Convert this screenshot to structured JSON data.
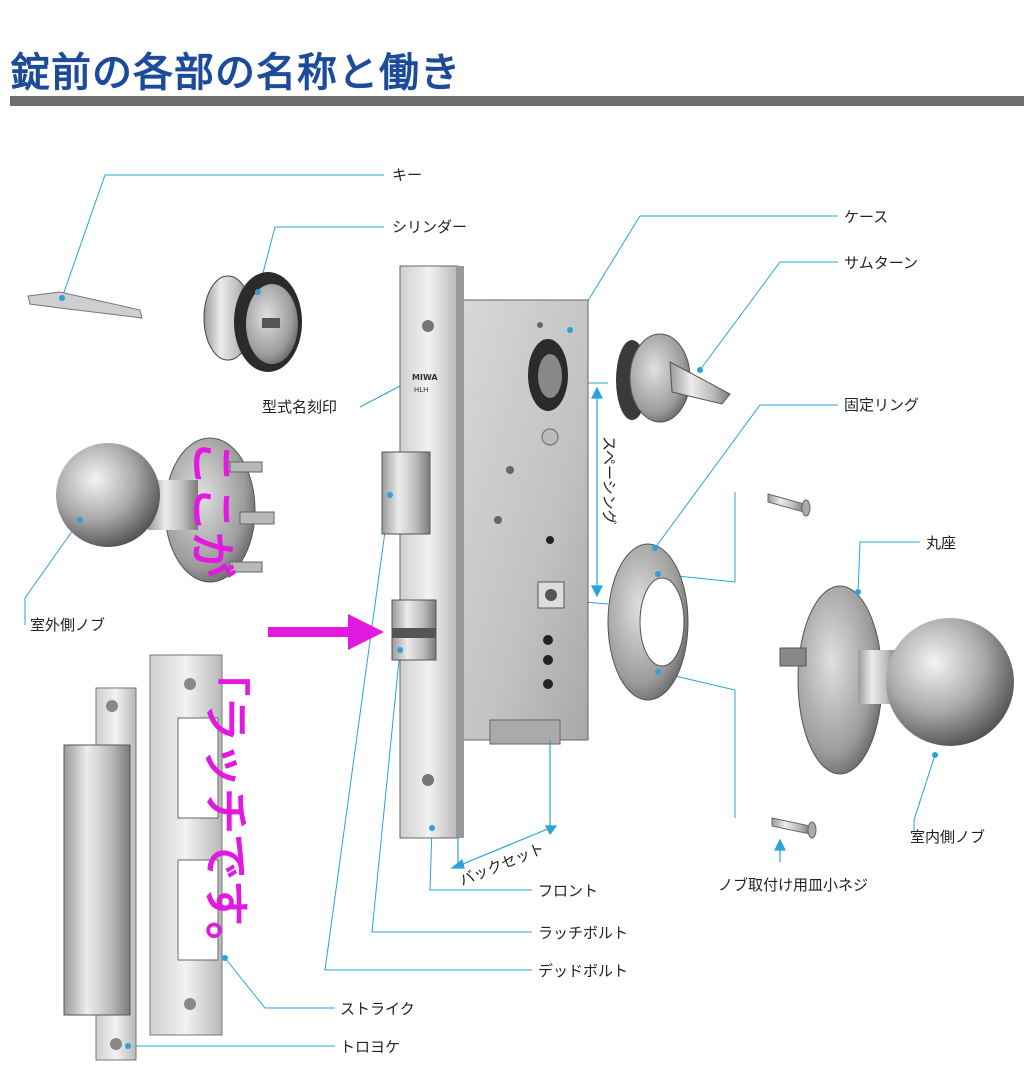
{
  "title": "錠前の各部の名称と働き",
  "labels": {
    "key": "キー",
    "cylinder": "シリンダー",
    "case": "ケース",
    "thumbturn": "サムターン",
    "model_stamp": "型式名刻印",
    "fixing_ring": "固定リング",
    "spacing": "スペーシング",
    "round_seat": "丸座",
    "outdoor_knob": "室外側ノブ",
    "indoor_knob": "室内側ノブ",
    "knob_screw": "ノブ取付け用皿小ネジ",
    "backset": "バックセット",
    "front": "フロント",
    "latch_bolt": "ラッチボルト",
    "dead_bolt": "デッドボルト",
    "strike": "ストライク",
    "toroyoke": "トロヨケ"
  },
  "stamp": {
    "brand": "MIWA",
    "model": "HLH"
  },
  "overlay": {
    "column1": "ここが",
    "column2": "「ラッチです。",
    "color": "#e21adf"
  },
  "colors": {
    "title": "#1c4b9c",
    "leader": "#2aa3d8",
    "rule": "#6e6e6e"
  }
}
